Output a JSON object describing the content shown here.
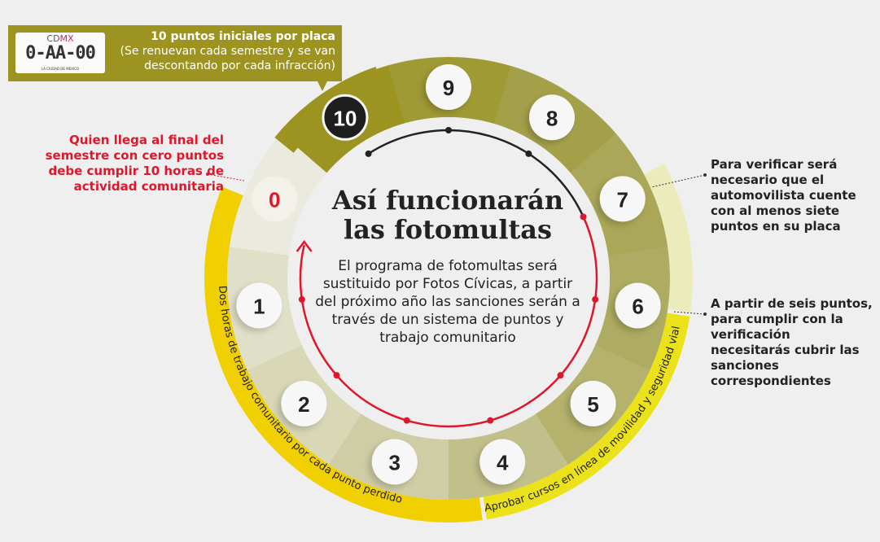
{
  "banner": {
    "plate_top": "CDMX",
    "plate_number": "0-AA-00",
    "plate_bottom": "LA CIUDAD DE MEXICO",
    "title": "10 puntos iniciales por placa",
    "line1": "(Se renuevan cada semestre y se van",
    "line2": "descontando por cada infracción)"
  },
  "title": "Así funcionarán las fotomultas",
  "body": "El programa de fotomultas será sustituido por Fotos Cívicas, a partir del próximo año las sanciones serán a través de un sistema de puntos y trabajo comunitario",
  "points": [
    "9",
    "8",
    "7",
    "6",
    "5",
    "4",
    "3",
    "2",
    "1",
    "0",
    "10"
  ],
  "callouts": {
    "zero": "Quien llega al final del semestre con cero puntos debe cumplir 10 horas de actividad comunitaria",
    "seven": "Para verificar será necesario que el automovilista cuente con al menos siete puntos en su placa",
    "six": "A partir de seis puntos, para cumplir con la verificación necesitarás cubrir las sanciones correspondientes"
  },
  "arc_labels": {
    "left": "Dos horas de trabajo comunitario por cada punto perdido",
    "right": "Aprobar cursos en línea de movilidad y seguridad vial"
  },
  "colors": {
    "olive": "#9c9321",
    "red": "#e0162b",
    "yellow": "#f0d000",
    "background": "#efefef"
  }
}
